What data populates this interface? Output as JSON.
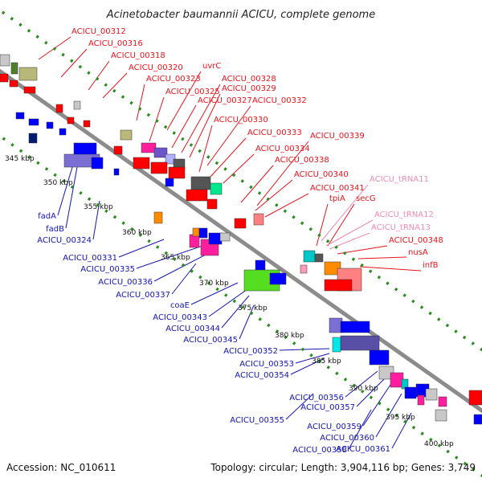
{
  "title": "Acinetobacter baumannii ACICU, complete genome",
  "footer": {
    "accession": "Accession: NC_010611",
    "summary": "Topology: circular; Length: 3,904,116 bp; Genes: 3,749"
  },
  "colors": {
    "forward_label": "#e8141c",
    "reverse_label": "#1414b4",
    "trna_label": "#f08cb4",
    "backbone": "#8c8c8c",
    "tick_dots": "#2a8c1e"
  },
  "positions": [
    "345 kbp",
    "350 kbp",
    "355 kbp",
    "360 kbp",
    "365 kbp",
    "370 kbp",
    "375 kbp",
    "380 kbp",
    "385 kbp",
    "390 kbp",
    "395 kbp",
    "400 kbp"
  ],
  "forward_labels": [
    "ACICU_00312",
    "ACICU_00316",
    "ACICU_00318",
    "ACICU_00320",
    "ACICU_00323",
    "uvrC",
    "ACICU_00325",
    "ACICU_00327",
    "ACICU_00328",
    "ACICU_00329",
    "ACICU_00332",
    "ACICU_00330",
    "ACICU_00333",
    "ACICU_00339",
    "ACICU_00334",
    "ACICU_00338",
    "ACICU_00340",
    "ACICU_00341",
    "tpiA",
    "secG",
    "ACICU_00348",
    "nusA",
    "infB"
  ],
  "trna_labels": [
    "ACICU_tRNA11",
    "ACICU_tRNA12",
    "ACICU_tRNA13"
  ],
  "reverse_labels": [
    "fadA",
    "fadB",
    "ACICU_00324",
    "ACICU_00331",
    "ACICU_00335",
    "ACICU_00336",
    "ACICU_00337",
    "coaE",
    "ACICU_00343",
    "ACICU_00344",
    "ACICU_00345",
    "ACICU_00352",
    "ACICU_00353",
    "ACICU_00354",
    "ACICU_00356",
    "ACICU_00357",
    "ACICU_00355",
    "ACICU_00359",
    "ACICU_00360",
    "ACICU_00358",
    "ACICU_00361"
  ]
}
